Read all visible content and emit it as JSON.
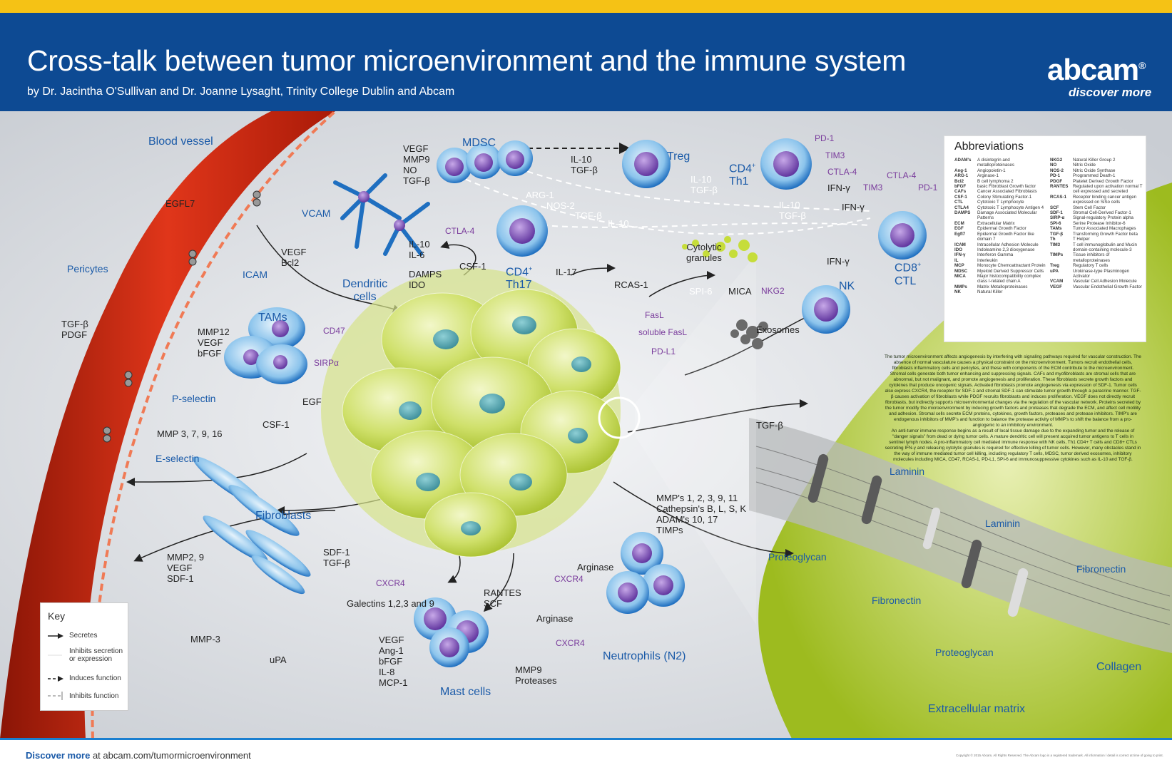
{
  "header": {
    "title": "Cross-talk between tumor microenvironment and the immune system",
    "subtitle": "by Dr. Jacintha O'Sullivan and Dr. Joanne Lysaght, Trinity College Dublin and Abcam",
    "logo": "abcam",
    "logo_mark": "®",
    "tagline": "discover more"
  },
  "colors": {
    "header_bg": "#0d4a93",
    "top_bar": "#f5c215",
    "vessel": "#c8220e",
    "tumor": "#b8d23a",
    "immune_cell": "#1a7fd0",
    "nucleus": "#6a3fa6",
    "inhibitor": "#7a3c9c"
  },
  "labels": {
    "blood_vessel": "Blood vessel",
    "egfl7": "EGFL7",
    "vcam": "VCAM",
    "icam": "ICAM",
    "pericytes": "Pericytes",
    "vegf_bcl2": "VEGF\nBcl2",
    "tgfb_pdgf": "TGF-β\nPDGF",
    "p_selectin": "P-selectin",
    "mmp_3_7_9_16": "MMP 3, 7, 9, 16",
    "e_selectin": "E-selectin",
    "mdsc": "MDSC",
    "mdsc_secretes": "VEGF\nMMP9\nNO\nTGF-β",
    "il10_tgfb_top": "IL-10\nTGF-β",
    "treg": "Treg",
    "arg1": "ARG-1",
    "nos2": "NOS-2",
    "tgfb_mid": "TGF-β",
    "il10_mid": "IL-10",
    "il10_tgfb_treg": "IL-10\nTGF-β",
    "cd4_th1": "CD4",
    "th1": "Th1",
    "pd1_th1": "PD-1",
    "tim3_th1": "TIM3",
    "ctla4_th1": "CTLA-4",
    "ifng_th1": "IFN-γ",
    "il10_tgfb_th1": "IL-10\nTGF-β",
    "tim3_ctl": "TIM3",
    "ctla4_ctl": "CTLA-4",
    "pd1_ctl": "PD-1",
    "ifng_ctl": "IFN-γ",
    "cd8_ctl": "CD8",
    "ctl": "CTL",
    "dendritic": "Dendritic\ncells",
    "dc_secretes": "IL-10\nIL-6",
    "damps_ido": "DAMPS\nIDO",
    "ctla4_th17": "CTLA-4",
    "csf1_top": "CSF-1",
    "cd4_th17": "CD4",
    "th17": "Th17",
    "il17": "IL-17",
    "rcas1": "RCAS-1",
    "cytolytic": "Cytolytic\ngranules",
    "ifng_nk": "IFN-γ",
    "nk": "NK",
    "nkg2": "NKG2",
    "spi6": "SPI-6",
    "mica": "MICA",
    "exosomes": "Exosomes",
    "fasl": "FasL",
    "soluble_fasl": "soluble FasL",
    "pdl1": "PD-L1",
    "tams": "TAMs",
    "tam_secretes": "MMP12\nVEGF\nbFGF",
    "cd47": "CD47",
    "sirpa": "SIRPα",
    "egf": "EGF",
    "csf1_left": "CSF-1",
    "tgfb_right": "TGF-β",
    "fibroblasts": "Fibroblasts",
    "fib_secretes": "MMP2, 9\nVEGF\nSDF-1",
    "sdf1_tgfb": "SDF-1\nTGF-β",
    "mmp3": "MMP-3",
    "upa": "uPA",
    "cxcr4_tumor": "CXCR4",
    "galectins": "Galectins 1,2,3 and 9",
    "rantes_scf": "RANTES\nSCF",
    "mmps_tumor": "MMP's 1, 2, 3, 9, 11\nCathepsin's B, L, S, K\nADAM's 10, 17\nTIMPs",
    "arginase_top": "Arginase",
    "cxcr4_neut_top": "CXCR4",
    "arginase_bottom": "Arginase",
    "cxcr4_neut_bottom": "CXCR4",
    "neutrophils": "Neutrophils (N2)",
    "mast_secretes": "VEGF\nAng-1\nbFGF\nIL-8\nMCP-1",
    "mast_cells": "Mast cells",
    "mmp9_proteases": "MMP9\nProteases",
    "laminin_top": "Laminin",
    "laminin_mid": "Laminin",
    "proteoglycan_top": "Proteoglycan",
    "fibronectin_left": "Fibronectin",
    "fibronectin_right": "Fibronectin",
    "proteoglycan_bottom": "Proteoglycan",
    "collagen": "Collagen",
    "ecm": "Extracellular matrix",
    "plus": "+"
  },
  "abbreviations": {
    "title": "Abbreviations",
    "left": [
      [
        "ADAM's",
        "A disintegrin and metalloproteinases"
      ],
      [
        "Ang-1",
        "Angiopoietin-1"
      ],
      [
        "ARG-1",
        "Arginase-1"
      ],
      [
        "Bcl2",
        "B cell lymphoma 2"
      ],
      [
        "bFGF",
        "basic Fibroblast Growth factor"
      ],
      [
        "CAFs",
        "Cancer Associated Fibroblasts"
      ],
      [
        "CSF-1",
        "Colony Stimulating Factor-1"
      ],
      [
        "CTL",
        "Cytotoxic T Lymphocyte"
      ],
      [
        "CTLA4",
        "Cytotoxic T Lymphocyte Antigen 4"
      ],
      [
        "DAMPS",
        "Damage Associated Molecular Patterns"
      ],
      [
        "ECM",
        "Extracellular Matrix"
      ],
      [
        "EGF",
        "Epidermal Growth Factor"
      ],
      [
        "Egfl7",
        "Epidermal Growth Factor like domain 7"
      ],
      [
        "ICAM",
        "Intracellular Adhesion Molecule"
      ],
      [
        "IDO",
        "Indoleamine 2,3 dioxygenase"
      ],
      [
        "IFN-γ",
        "Interferon Gamma"
      ],
      [
        "IL",
        "Interleukin"
      ],
      [
        "MCP",
        "Monocyte Chemoattractant Protein"
      ],
      [
        "MDSC",
        "Myeloid Derived Suppressor Cells"
      ],
      [
        "MICA",
        "Major histocompatibility complex class I-related chain A"
      ],
      [
        "MMPs",
        "Matrix Metalloproteinases"
      ],
      [
        "NK",
        "Natural Killer"
      ]
    ],
    "right": [
      [
        "NKG2",
        "Natural Killer Group 2"
      ],
      [
        "NO",
        "Nitric Oxide"
      ],
      [
        "NOS-2",
        "Nitric Oxide Synthase"
      ],
      [
        "PD-1",
        "Programmed Death-1"
      ],
      [
        "PDGF",
        "Platelet Derived Growth Factor"
      ],
      [
        "RANTES",
        "Regulated upon activation normal T cell expressed and secreted"
      ],
      [
        "RCAS-1",
        "Receptor binding cancer antigen expressed on SiSo cells"
      ],
      [
        "SCF",
        "Stem Cell Factor"
      ],
      [
        "SDF-1",
        "Stromal Cell-Derived Factor-1"
      ],
      [
        "SIRP-α",
        "Signal-regulatory Protein alpha"
      ],
      [
        "SPI-6",
        "Serine Protease Inhibitor-6"
      ],
      [
        "TAMs",
        "Tumor Associated Macrophages"
      ],
      [
        "TGF-β",
        "Transforming Growth Factor beta"
      ],
      [
        "Th",
        "T Helper"
      ],
      [
        "TIM3",
        "T cell immunoglobulin and Mucin domain-containing molecule-3"
      ],
      [
        "TIMPs",
        "Tissue inhibitors of metalloproteinases"
      ],
      [
        "Treg",
        "Regulatory T cells"
      ],
      [
        "uPA",
        "Urokinase-type Plasminogen Activator"
      ],
      [
        "VCAM",
        "Vascular Cell Adhesion Molecule"
      ],
      [
        "VEGF",
        "Vascular Endothelial Growth Factor"
      ]
    ]
  },
  "description": {
    "p1": "The tumor microenvironment affects angiogenesis by interfering with signaling pathways required for vascular construction. The absence of normal vasculature causes a physical constraint on the microenvironment. Tumors recruit endothelial cells, fibroblasts inflammatory cells and pericytes, and these with components of the ECM contribute to the microenvironment. Stromal cells generate both tumor enhancing and suppressing signals. CAFs and myofibroblasts are stromal cells that are abnormal, but not malignant, and promote angiogenesis and proliferation. These fibroblasts secrete growth factors and cytokines that produce oncogenic signals. Activated fibroblasts promote angiogenesis via expression of SDF-1. Tumor cells also express CXCR4, the receptor for SDF-1 and stromal SDF-1 can stimulate tumor growth through a paracrine manner. TGF-β causes activation of fibroblasts while PDGF recruits fibroblasts and induces proliferation. VEGF does not directly recruit fibroblasts, but indirectly supports microenvironmental changes via the regulation of the vascular network. Proteins secreted by the tumor modify the microenvironment by inducing growth factors and proteases that degrade the ECM, and affect cell motility and adhesion. Stromal cells secrete ECM proteins, cytokines, growth factors, proteases and protease inhibitors. TIMP's are endogenous inhibitors of MMP's and function to balance the protease activity of MMP's to shift the balance from a pro-angiogenic to an inhibitory environment.",
    "p2": "An anti-tumor immune response begins as a result of local tissue damage due to the expanding tumor and the release of \"danger signals\" from dead or dying tumor cells. A mature dendritic cell will present acquired tumor antigens to T cells in sentinel lymph nodes. A pro-inflammatory cell mediated immune response with NK cells, Th1 CD4+ T cells and CD8+ CTLs secreting IFN-γ and releasing cytolytic granules is required for effective killing of tumor cells. However, many obstacles stand in the way of immune mediated tumor cell killing, including regulatory T cells, MDSC, tumor derived exosomes, inhibitory molecules including MICA, CD47, RCAS-1, PD-L1, SPI-6 and immunosuppressive cytokines such as IL-10 and TGF-β."
  },
  "key": {
    "title": "Key",
    "items": [
      "Secretes",
      "Inhibits secretion\nor expression",
      "Induces function",
      "Inhibits function"
    ]
  },
  "footer": {
    "bold": "Discover more",
    "rest": " at abcam.com/tumormicroenvironment",
    "copyright": "Copyright © 2015 Abcam, All Rights Reserved. The Abcam logo is a registered trademark. All information / detail is correct at time of going to print."
  }
}
